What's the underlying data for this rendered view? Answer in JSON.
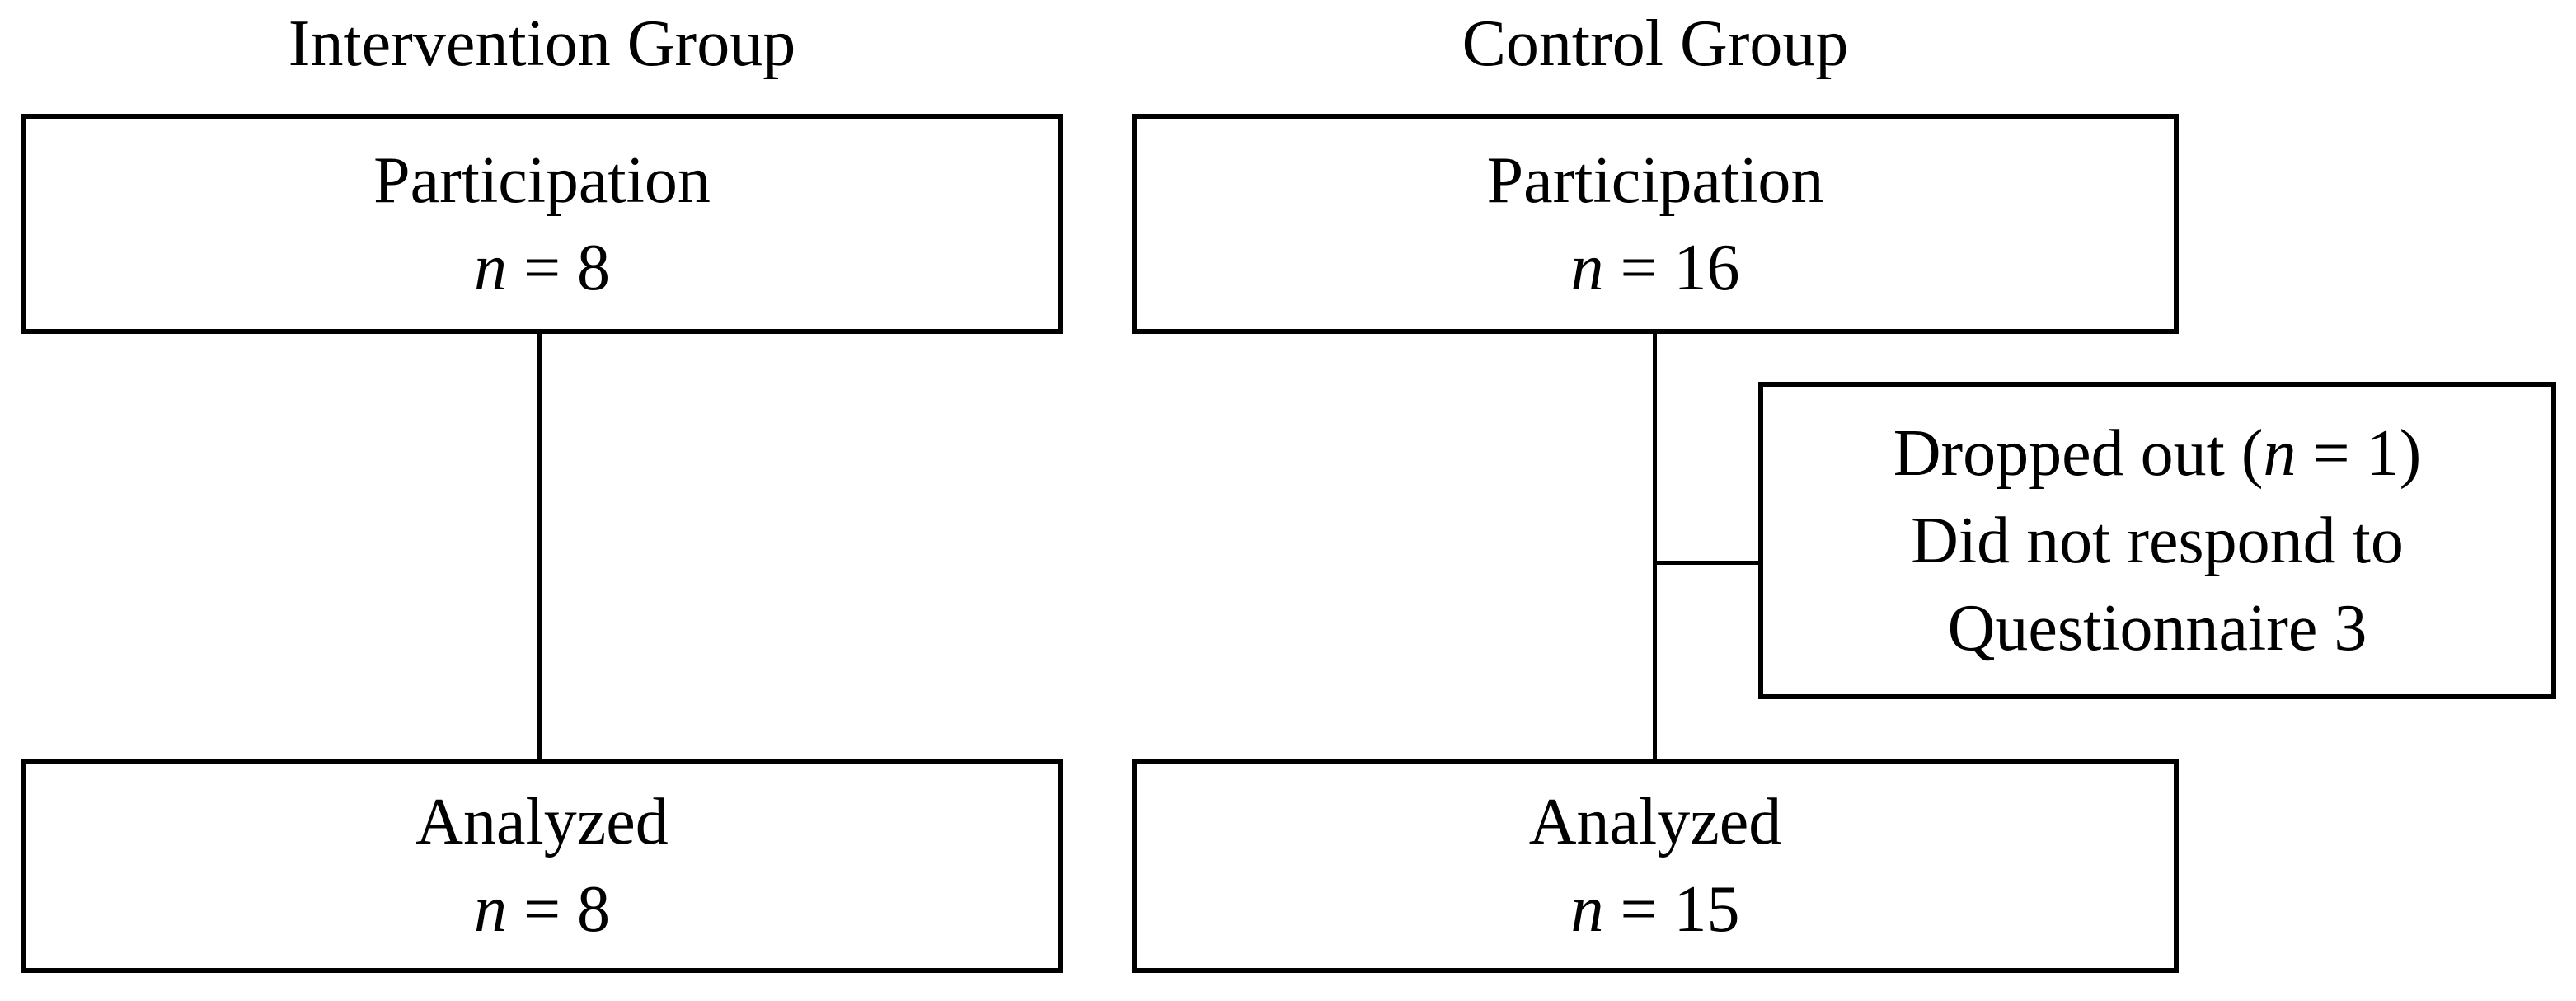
{
  "titles": {
    "intervention": "Intervention Group",
    "control": "Control Group"
  },
  "boxes": {
    "intervention_participation": {
      "label": "Participation",
      "n_italic": "n",
      "n_rest": " = 8"
    },
    "control_participation": {
      "label": "Participation",
      "n_italic": "n",
      "n_rest": " = 16"
    },
    "intervention_analyzed": {
      "label": "Analyzed",
      "n_italic": "n",
      "n_rest": " = 8"
    },
    "control_analyzed": {
      "label": "Analyzed",
      "n_italic": "n",
      "n_rest": " = 15"
    },
    "dropout": {
      "line1_pre": "Dropped out (",
      "line1_n": "n",
      "line1_post": " = 1)",
      "line2": "Did not respond to",
      "line3": "Questionnaire 3"
    }
  },
  "colors": {
    "border": "#000000",
    "text": "#000000",
    "background": "#ffffff"
  }
}
